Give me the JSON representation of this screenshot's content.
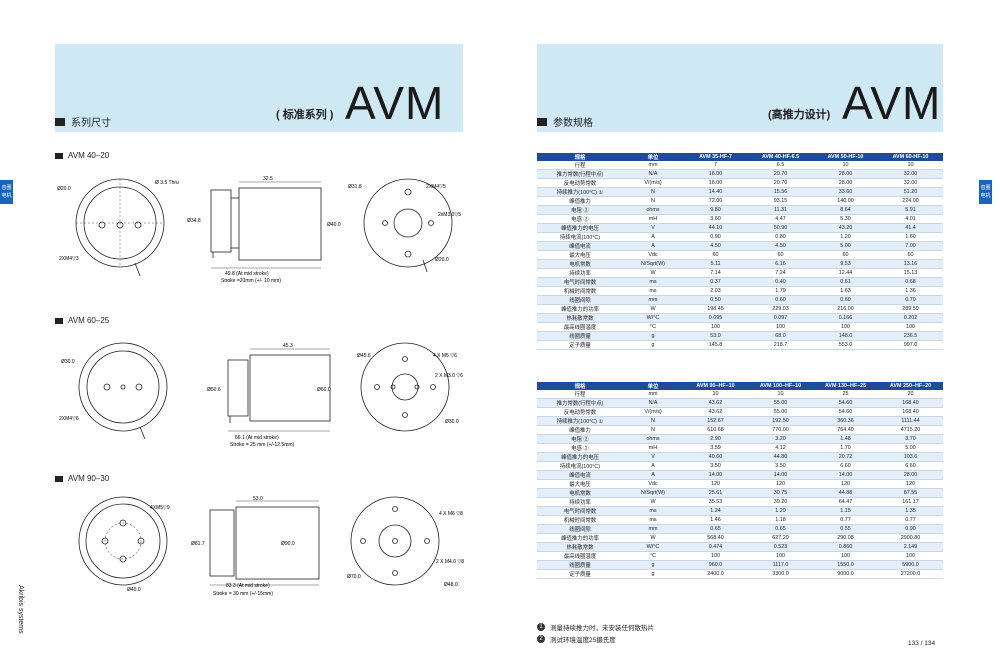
{
  "left": {
    "section_title": "系列尺寸",
    "series_label": "( 标准系列 )",
    "brand": "AVM",
    "side_tab": "音圈电机",
    "footer_brand": "Akribis systems",
    "models": [
      {
        "name": "AVM 40–20",
        "front": {
          "dia": "Ø20.0",
          "thru": "Ø 3.5 Thru",
          "holes": "2XM4▽3"
        },
        "side": {
          "length": "32.5",
          "dia_left": "Ø34.8",
          "dia_right": "Ø40.0",
          "mid": "49.8 (At mid stroke)",
          "stroke": "Stroke =20mm (+/- 10 mm)"
        },
        "back": {
          "dia_top": "Ø31.8",
          "holes1": "2XM4▽5",
          "holes2": "2xM3.0▽5",
          "dia_bottom": "Ø20.0"
        }
      },
      {
        "name": "AVM 60–25",
        "front": {
          "dia": "Ø30.0",
          "holes": "2XM4▽6"
        },
        "side": {
          "length": "45.3",
          "dia_left": "Ø50.6",
          "dia_right": "Ø60.0",
          "mid": "66.1 (At mid stroke)",
          "stroke": "Stroke = 25 mm (+/-12.5mm)"
        },
        "back": {
          "dia_top": "Ø45.6",
          "holes1": "4 X M5 ▽6",
          "holes2": "2 X M3.0 ▽6",
          "dia_bottom": "Ø30.0"
        }
      },
      {
        "name": "AVM 90–30",
        "front": {
          "dia": "Ø40.0",
          "holes": "4XM5▽9"
        },
        "side": {
          "length": "53.0",
          "dia_left": "Ø81.7",
          "dia_right": "Ø90.0",
          "mid": "83.3 (At mid stroke)",
          "stroke": "Stroke = 30 mm (+/-15mm)"
        },
        "back": {
          "dia_top": "Ø70.0",
          "holes1": "4 X M6 ▽8",
          "holes2": "2 X M4.0 ▽8",
          "dia_bottom": "Ø48.0"
        }
      }
    ]
  },
  "right": {
    "section_title": "参数规格",
    "series_label": "(高推力设计)",
    "brand": "AVM",
    "side_tab": "音圈电机",
    "page_number": "133 / 134",
    "notes": [
      {
        "mark": "1",
        "text": "测量持续推力时，未安装任何散热片"
      },
      {
        "mark": "2",
        "text": "测试环境温度25摄氏度"
      }
    ],
    "table1": {
      "headers": [
        "规格",
        "单位",
        "AVM 35-HF-7",
        "AVM 40-HF-6.5",
        "AVM 50-HF-10",
        "AVM 60-HF-10"
      ],
      "rows": [
        [
          "行程",
          "mm",
          "7",
          "6.5",
          "10",
          "10"
        ],
        [
          "推力常数(行程中点)",
          "N/A",
          "16.00",
          "20.70",
          "28.00",
          "32.00"
        ],
        [
          "反电动势常数",
          "V/(m/s)",
          "16.00",
          "20.70",
          "28.00",
          "32.00"
        ],
        [
          "持续推力(100°C) ①",
          "N",
          "14.40",
          "15.56",
          "33.60",
          "51.20"
        ],
        [
          "峰值推力",
          "N",
          "72.00",
          "93.15",
          "140.00",
          "224.00"
        ],
        [
          "电阻 ②",
          "ohms",
          "9.80",
          "11.31",
          "8.64",
          "5.91"
        ],
        [
          "电感 ②",
          "mH",
          "3.60",
          "4.47",
          "5.30",
          "4.01"
        ],
        [
          "峰值推力的电压",
          "V",
          "44.10",
          "50.90",
          "43.20",
          "41.4"
        ],
        [
          "持续电流(100°C)",
          "A",
          "0.90",
          "0.80",
          "1.20",
          "1.60"
        ],
        [
          "峰值电流",
          "A",
          "4.50",
          "4.50",
          "5.00",
          "7.00"
        ],
        [
          "最大电压",
          "Vdc",
          "60",
          "60",
          "60",
          "60"
        ],
        [
          "电机常数",
          "N/Sqrt(W)",
          "5.11",
          "6.16",
          "9.53",
          "13.16"
        ],
        [
          "持续功率",
          "W",
          "7.14",
          "7.24",
          "12.44",
          "15.13"
        ],
        [
          "电气时间常数",
          "ms",
          "0.37",
          "0.40",
          "0.61",
          "0.68"
        ],
        [
          "机械时间常数",
          "ms",
          "2.03",
          "1.79",
          "1.63",
          "1.36"
        ],
        [
          "线圈间隙",
          "mm",
          "0.50",
          "0.60",
          "0.60",
          "0.70"
        ],
        [
          "峰值推力的功率",
          "W",
          "198.45",
          "229.03",
          "216.00",
          "289.59"
        ],
        [
          "热耗散常数",
          "W/°C",
          "0.095",
          "0.097",
          "0.166",
          "0.202"
        ],
        [
          "最高线圈温度",
          "°C",
          "100",
          "100",
          "100",
          "100"
        ],
        [
          "线圈质量",
          "g",
          "53.0",
          "68.0",
          "148.0",
          "236.5"
        ],
        [
          "定子质量",
          "g",
          "145.8",
          "218.7",
          "553.0",
          "997.0"
        ]
      ]
    },
    "table2": {
      "headers": [
        "规格",
        "单位",
        "AVM 90–HF–10",
        "AVM 100–HF–10",
        "AVM 130–HF–25",
        "AVM 250–HF–20"
      ],
      "rows": [
        [
          "行程",
          "mm",
          "10",
          "10",
          "25",
          "20"
        ],
        [
          "推力常数(行程中点)",
          "N/A",
          "43.62",
          "55.00",
          "54.60",
          "168.40"
        ],
        [
          "反电动势常数",
          "V/(m/s)",
          "43.62",
          "55.00",
          "54.60",
          "168.40"
        ],
        [
          "持续推力(100°C) ①",
          "N",
          "152.67",
          "192.50",
          "360.36",
          "1111.44"
        ],
        [
          "峰值推力",
          "N",
          "610.68",
          "770.00",
          "764.40",
          "4715.20"
        ],
        [
          "电阻 ②",
          "ohms",
          "2.90",
          "3.20",
          "1.48",
          "3.70"
        ],
        [
          "电感 ②",
          "mH",
          "3.59",
          "4.12",
          "1.70",
          "5.00"
        ],
        [
          "峰值推力的电压",
          "V",
          "40.60",
          "44.80",
          "20.72",
          "103.6"
        ],
        [
          "持续电流(100°C)",
          "A",
          "3.50",
          "3.50",
          "6.60",
          "6.60"
        ],
        [
          "峰值电流",
          "A",
          "14.00",
          "14.00",
          "14.00",
          "28.00"
        ],
        [
          "最大电压",
          "Vdc",
          "120",
          "120",
          "120",
          "120"
        ],
        [
          "电机常数",
          "N/Sqrt(W)",
          "25.61",
          "30.75",
          "44.88",
          "87.55"
        ],
        [
          "持续功率",
          "W",
          "35.53",
          "39.20",
          "64.47",
          "161.17"
        ],
        [
          "电气时间常数",
          "ms",
          "1.24",
          "1.29",
          "1.15",
          "1.35"
        ],
        [
          "机械时间常数",
          "ms",
          "1.46",
          "1.18",
          "0.77",
          "0.77"
        ],
        [
          "线圈间隙",
          "mm",
          "0.65",
          "0.65",
          "0.55",
          "0.90"
        ],
        [
          "峰值推力的功率",
          "W",
          "568.40",
          "627.20",
          "290.08",
          "2900.80"
        ],
        [
          "热耗散常数",
          "W/°C",
          "0.474",
          "0.523",
          "0.860",
          "2.149"
        ],
        [
          "最高线圈温度",
          "°C",
          "100",
          "100",
          "100",
          "100"
        ],
        [
          "线圈质量",
          "g",
          "960.0",
          "1117.0",
          "1550.0",
          "5900.0"
        ],
        [
          "定子质量",
          "g",
          "2400.0",
          "3300.0",
          "9000.0",
          "27200.0"
        ]
      ]
    }
  }
}
